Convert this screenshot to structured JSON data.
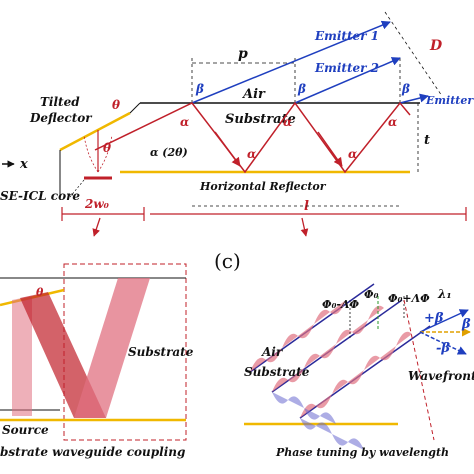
{
  "colors": {
    "blue": "#1f3fbf",
    "red": "#c0202a",
    "gold": "#f0b800",
    "pink": "#e07080",
    "black": "#111111"
  },
  "top_panel": {
    "emitter1": "Emitter 1",
    "emitter2": "Emitter 2",
    "emitter_n": "Emitter",
    "d_label": "D",
    "p_label": "p",
    "beta": "β",
    "air": "Air",
    "substrate": "Substrate",
    "tilted_deflector_line1": "Tilted",
    "tilted_deflector_line2": "Deflector",
    "theta_top": "θ",
    "theta_mid": "θ",
    "alpha": "α",
    "alpha_2theta": "α (2θ)",
    "x_axis": "x",
    "t_label": "t",
    "horizontal_reflector": "Horizontal Reflector",
    "core_label": "SE-ICL core",
    "two_w0": "2w₀",
    "l_label": "l"
  },
  "panel_c_label": "(c)",
  "bottom_left": {
    "theta": "θ",
    "substrate": "Substrate",
    "source": "Source",
    "caption": "bstrate waveguide coupling"
  },
  "bottom_right": {
    "phi_minus": "Φ₀-ΛΦ",
    "phi0": "Φ₀",
    "phi_plus": "Φ₀+ΛΦ",
    "lambda1": "λ₁",
    "plus_beta": "+β",
    "beta_right": "β",
    "minus_beta": "-β",
    "air": "Air",
    "substrate": "Substrate",
    "wavefront": "Wavefront",
    "caption": "Phase tuning by wavelength"
  }
}
